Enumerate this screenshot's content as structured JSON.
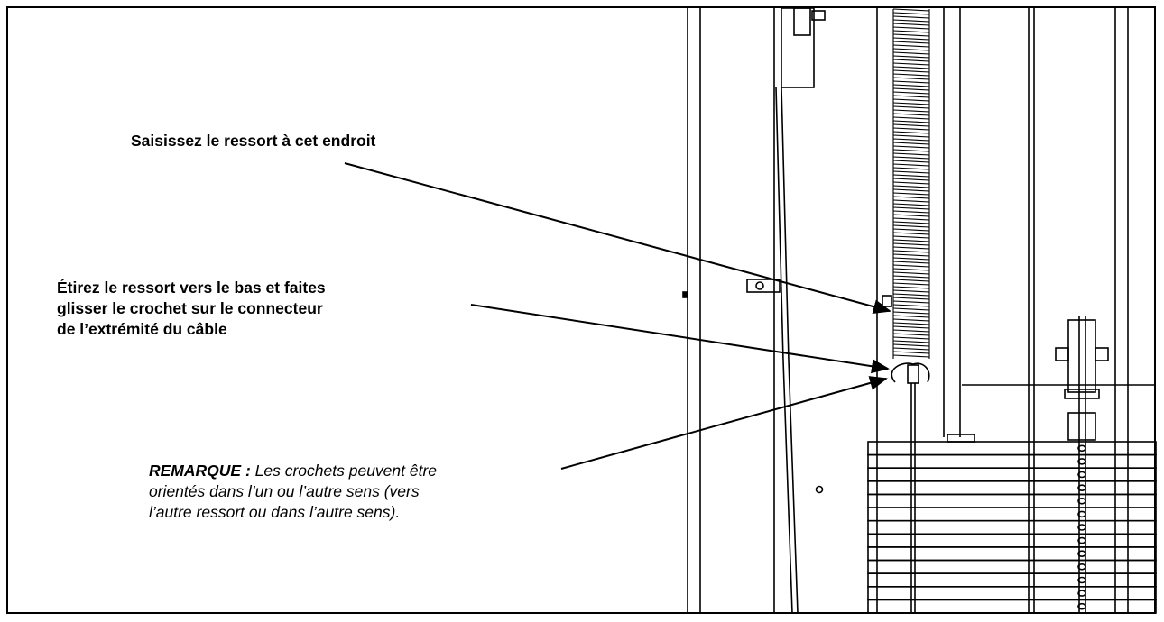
{
  "callouts": {
    "grab_spring": "Saisissez le ressort à cet endroit",
    "stretch_lines": [
      "Étirez le ressort vers le bas et faites",
      "glisser le crochet sur le connecteur",
      "de l’extrémité du câble"
    ],
    "note_title": "REMARQUE :",
    "note_lines": [
      "Les crochets peuvent être",
      "orientés dans l’un ou l’autre sens (vers",
      "l’autre ressort ou dans l’autre sens)."
    ]
  },
  "colors": {
    "ink": "#000000",
    "paper": "#ffffff"
  },
  "weight_stack": {
    "plates": 13
  }
}
